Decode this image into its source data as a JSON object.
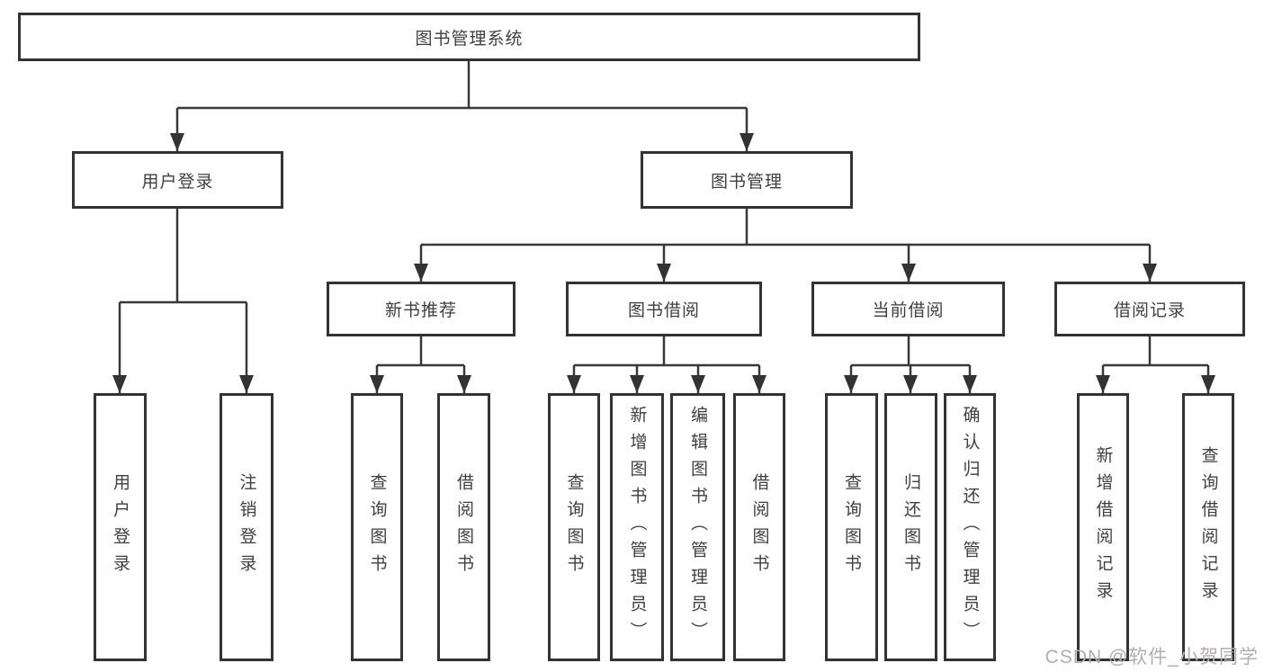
{
  "diagram": {
    "root": {
      "label": "图书管理系统"
    },
    "branches": [
      {
        "label": "用户登录",
        "children": [
          {
            "label": "用户登录"
          },
          {
            "label": "注销登录"
          }
        ]
      },
      {
        "label": "图书管理",
        "children": [
          {
            "label": "新书推荐",
            "children": [
              {
                "label": "查询图书"
              },
              {
                "label": "借阅图书"
              }
            ]
          },
          {
            "label": "图书借阅",
            "children": [
              {
                "label": "查询图书"
              },
              {
                "label": "新增图书（管理员）"
              },
              {
                "label": "编辑图书（管理员）"
              },
              {
                "label": "借阅图书"
              }
            ]
          },
          {
            "label": "当前借阅",
            "children": [
              {
                "label": "查询图书"
              },
              {
                "label": "归还图书"
              },
              {
                "label": "确认归还（管理员）"
              }
            ]
          },
          {
            "label": "借阅记录",
            "children": [
              {
                "label": "新增借阅记录"
              },
              {
                "label": "查询借阅记录"
              }
            ]
          }
        ]
      }
    ]
  },
  "colors": {
    "box_border": "#333333",
    "connector_line": "#383838",
    "text": "#3f3f3f",
    "watermark": "#b3adad"
  },
  "watermark": {
    "text": "CSDN @软件_小贺同学"
  }
}
